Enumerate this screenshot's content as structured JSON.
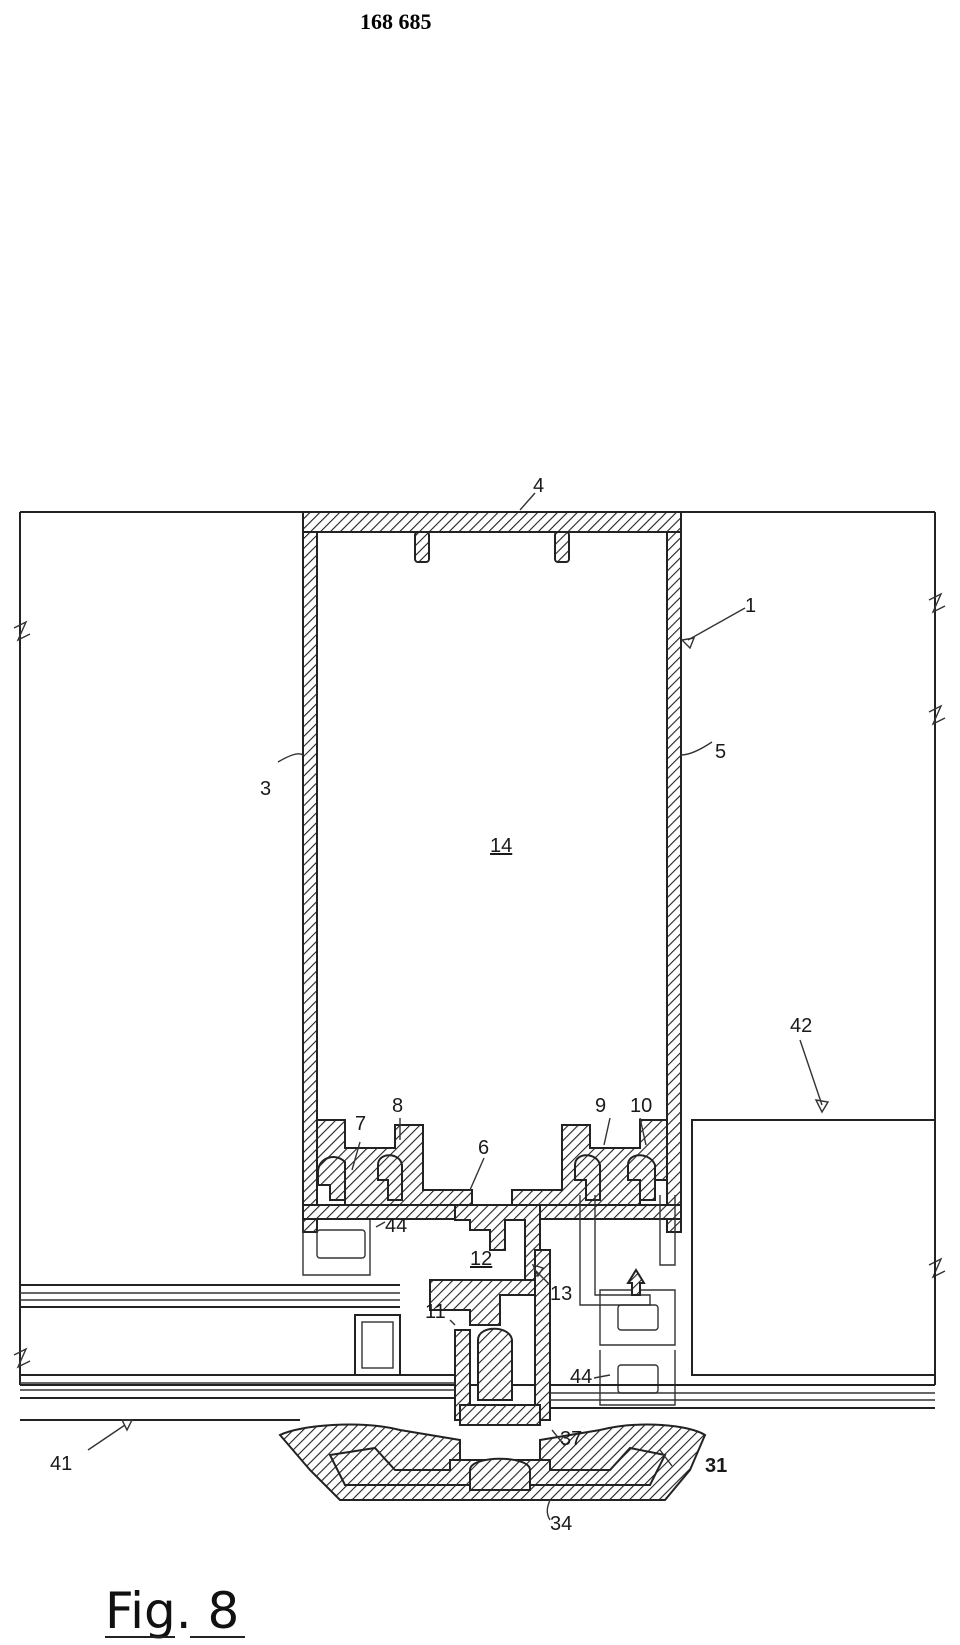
{
  "header": {
    "doc_number": "168 685"
  },
  "figure": {
    "caption": "Fig. 8"
  },
  "labels": {
    "l1": "1",
    "l3": "3",
    "l4": "4",
    "l5": "5",
    "l6": "6",
    "l7": "7",
    "l8": "8",
    "l9": "9",
    "l10": "10",
    "l11": "11",
    "l12": "12",
    "l13": "13",
    "l14": "14",
    "l31": "31",
    "l34": "34",
    "l37": "37",
    "l41": "41",
    "l42": "42",
    "l44a": "44",
    "l44b": "44"
  }
}
